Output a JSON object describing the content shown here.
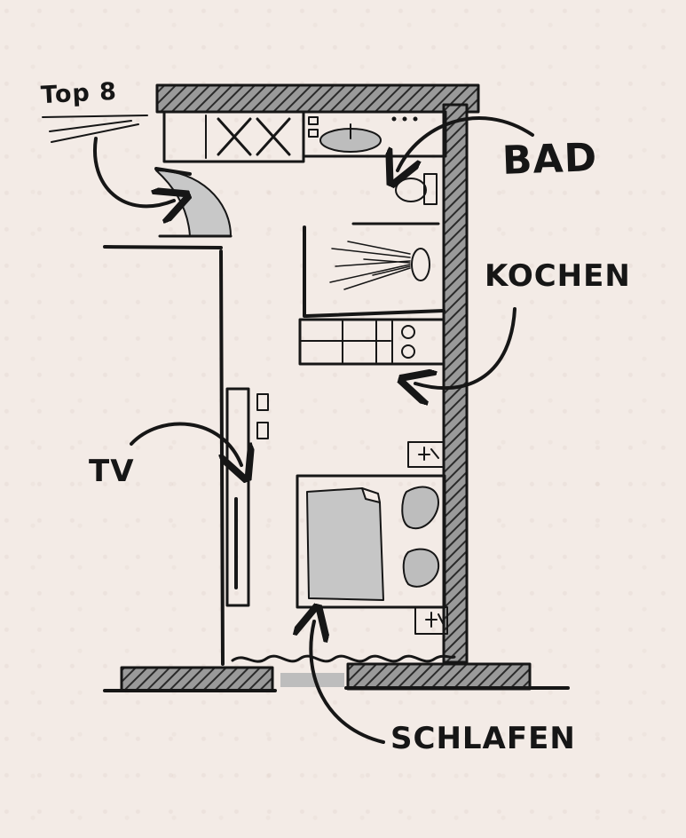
{
  "labels": {
    "top": "Top 8",
    "bad": "BAD",
    "kochen": "KOCHEN",
    "tv": "TV",
    "schlafen": "SCHLAFEN"
  },
  "colors": {
    "ink": "#161616",
    "paper": "#f3ebe6",
    "fill_gray": "#bdbdbd",
    "wall_hatch": "#8a8a8a"
  }
}
